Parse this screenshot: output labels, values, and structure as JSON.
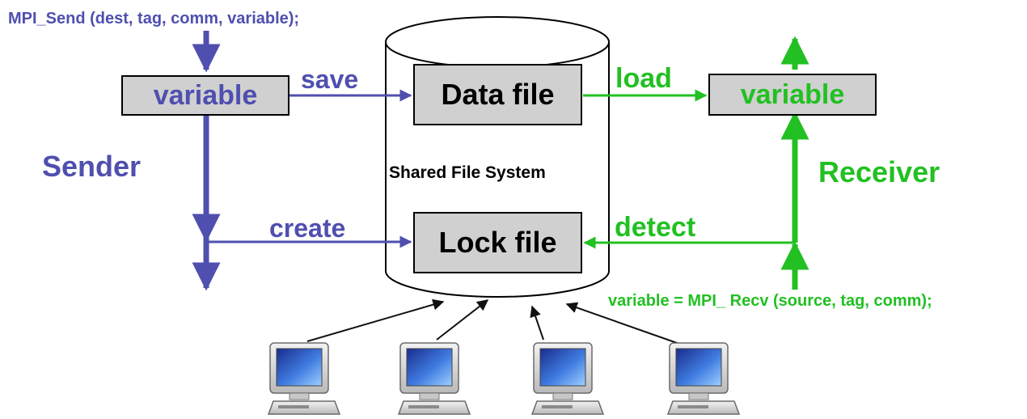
{
  "sender": {
    "call": "MPI_Send (dest, tag, comm, variable);",
    "variable_label": "variable",
    "role_label": "Sender",
    "save_label": "save",
    "create_label": "create",
    "color": "#4f4fb0"
  },
  "receiver": {
    "call": "variable = MPI_ Recv (source, tag, comm);",
    "variable_label": "variable",
    "role_label": "Receiver",
    "load_label": "load",
    "detect_label": "detect",
    "color": "#22c022"
  },
  "storage": {
    "label": "Shared File System",
    "data_file_label": "Data file",
    "lock_file_label": "Lock file"
  },
  "computers": [
    {
      "icon": "computer-icon"
    },
    {
      "icon": "computer-icon"
    },
    {
      "icon": "computer-icon"
    },
    {
      "icon": "computer-icon"
    }
  ]
}
